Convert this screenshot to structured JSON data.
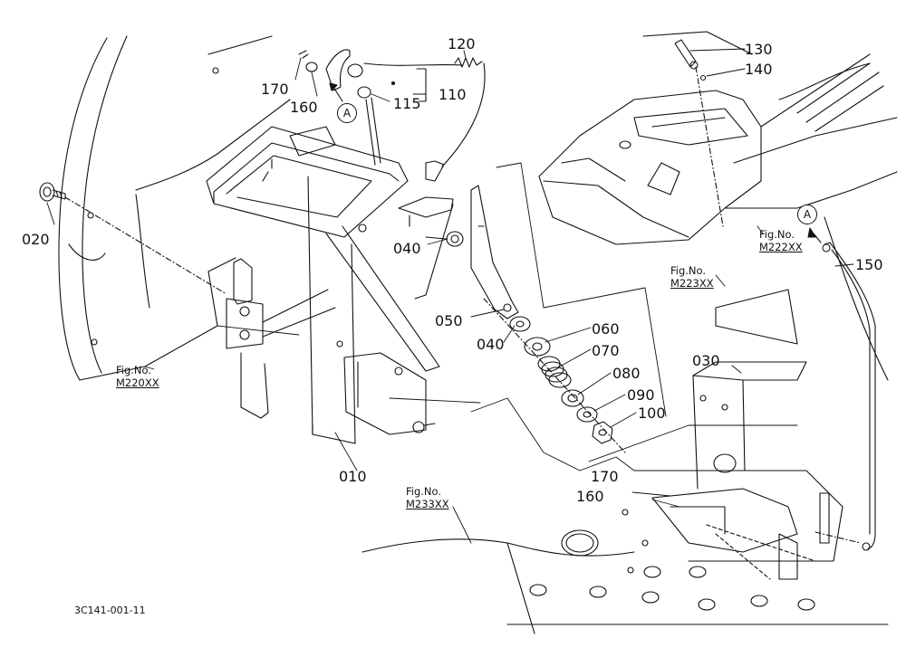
{
  "drawing_code": "3C141-001-11",
  "callouts": {
    "c010": "010",
    "c020": "020",
    "c030": "030",
    "c040a": "040",
    "c040b": "040",
    "c050": "050",
    "c060": "060",
    "c070": "070",
    "c080": "080",
    "c090": "090",
    "c100": "100",
    "c110": "110",
    "c115": "115",
    "c120": "120",
    "c130": "130",
    "c140": "140",
    "c150": "150",
    "c160a": "160",
    "c160b": "160",
    "c170a": "170",
    "c170b": "170"
  },
  "figure_refs": {
    "m220": {
      "label": "Fig.No.",
      "number": "M220XX"
    },
    "m222": {
      "label": "Fig.No.",
      "number": "M222XX"
    },
    "m223": {
      "label": "Fig.No.",
      "number": "M223XX"
    },
    "m233": {
      "label": "Fig.No.",
      "number": "M233XX"
    }
  },
  "markers": {
    "a1": "A",
    "a2": "A"
  },
  "colors": {
    "line": "#111111",
    "paper": "#ffffff"
  }
}
